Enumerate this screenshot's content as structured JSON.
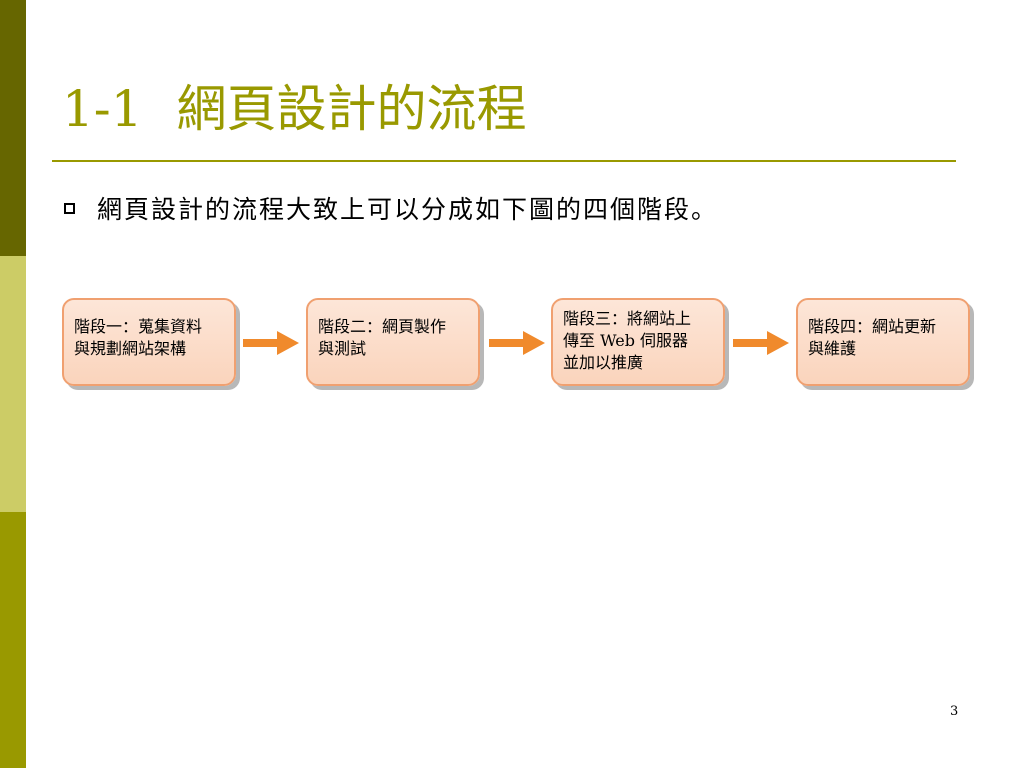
{
  "slide": {
    "title_number": "1-1",
    "title_text": "網頁設計的流程",
    "bullet": "網頁設計的流程大致上可以分成如下圖的四個階段。",
    "page_number": "3"
  },
  "stages": [
    {
      "lines": [
        "階段一：蒐集資料",
        "與規劃網站架構"
      ]
    },
    {
      "lines": [
        "階段二：網頁製作",
        "與測試"
      ]
    },
    {
      "lines": [
        "階段三：將網站上",
        "傳至 Web 伺服器",
        "並加以推廣"
      ]
    },
    {
      "lines": [
        "階段四：網站更新",
        "與維護"
      ]
    }
  ],
  "colors": {
    "accent": "#999900",
    "sidebar_dark": "#666600",
    "sidebar_light": "#cccc66",
    "arrow": "#f08a2c",
    "stage_border": "#f0a070"
  },
  "icons": {
    "bullet": "hollow-square-bullet",
    "connector": "right-arrow"
  }
}
